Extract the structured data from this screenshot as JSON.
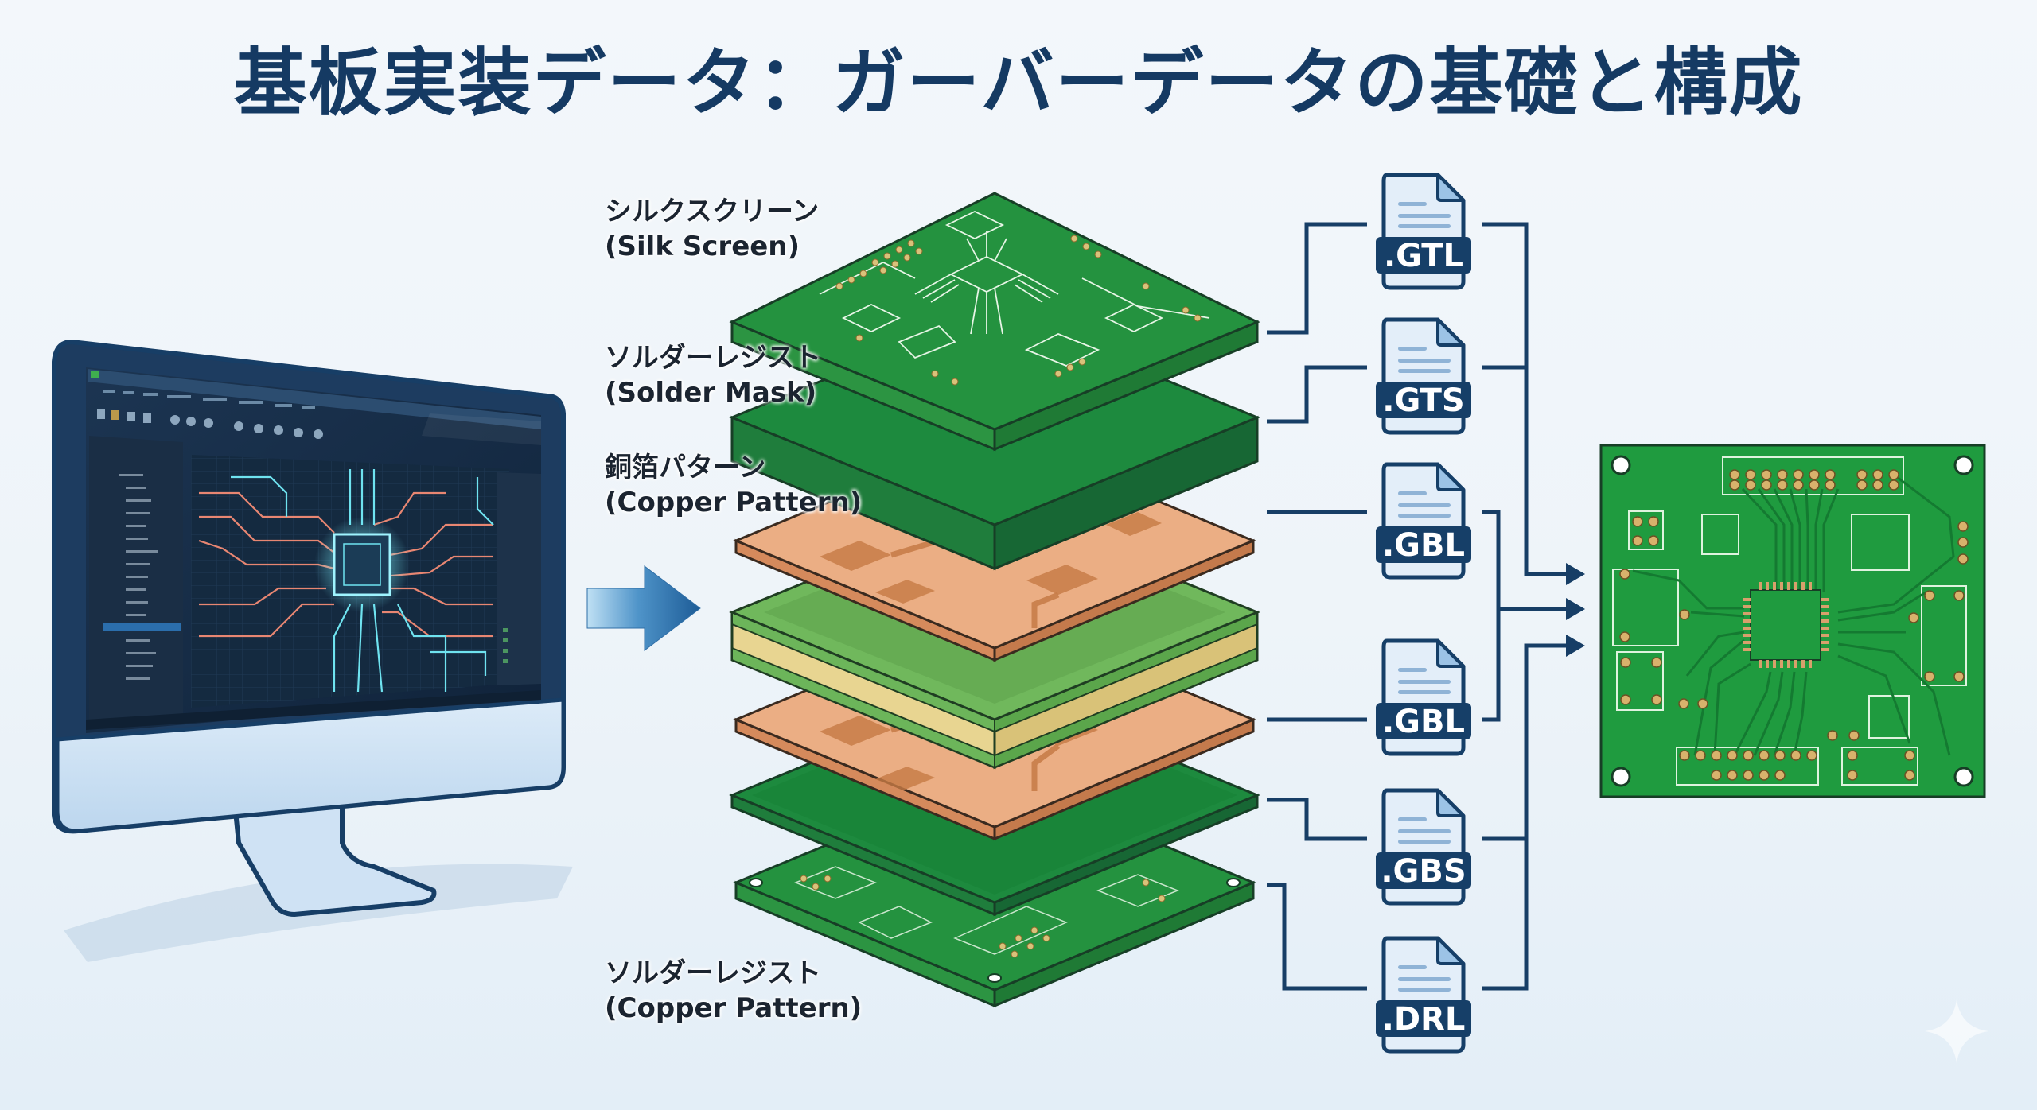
{
  "title": "基板実装データ：ガーバーデータの基礎と構成",
  "layers": [
    {
      "jp": "シルクスクリーン",
      "en": "(Silk Screen)"
    },
    {
      "jp": "ソルダーレジスト",
      "en": "(Solder Mask)"
    },
    {
      "jp": "銅箔パターン",
      "en": "(Copper Pattern)"
    },
    {
      "jp": "ソルダーレジスト",
      "en": "(Copper Pattern)"
    }
  ],
  "files": [
    {
      "ext": ".GTL",
      "icon": "file-icon"
    },
    {
      "ext": ".GTS",
      "icon": "file-icon"
    },
    {
      "ext": ".GBL",
      "icon": "file-icon"
    },
    {
      "ext": ".GBL",
      "icon": "file-icon"
    },
    {
      "ext": ".GBS",
      "icon": "file-icon"
    },
    {
      "ext": ".DRL",
      "icon": "file-icon"
    }
  ],
  "icons": {
    "monitor": "monitor-cad-icon",
    "flow_arrow": "arrow-right-icon",
    "assembled_board": "pcb-board-icon",
    "sparkle": "sparkle-icon"
  },
  "colors": {
    "title": "#153a63",
    "line": "#173e66",
    "pcb_green": "#1f8f3f",
    "pcb_dark": "#146b31",
    "copper": "#e8a77a",
    "core": "#e7d38f",
    "file_paper": "#e3eef9",
    "file_band": "#163f68"
  }
}
